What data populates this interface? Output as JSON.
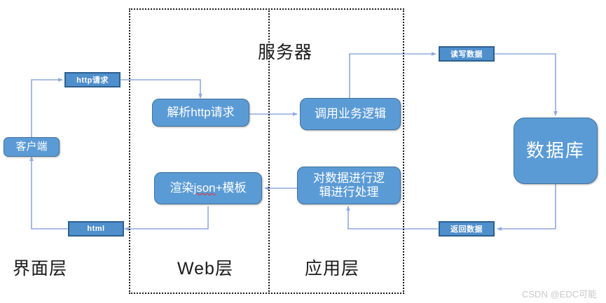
{
  "diagram": {
    "title_server": "服务器",
    "watermark": "CSDN @EDC可能",
    "colors": {
      "box_fill": "#5b9bd5",
      "box_stroke": "#41719c",
      "flat_fill": "#4f8fcc",
      "flat_stroke": "#2d5f8f",
      "arrow": "#8faadc",
      "text_dark": "#1a1a1a",
      "watermark": "#c9c9c9"
    },
    "layers": [
      {
        "label": "界面层"
      },
      {
        "label": "Web层"
      },
      {
        "label": "应用层"
      }
    ],
    "nodes": {
      "client": "客户端",
      "http_request": "http请求",
      "html": "html",
      "parse_http": "解析http请求",
      "render_json": "渲染",
      "render_json_mid": "json",
      "render_json_tail": "+模板",
      "call_business": "调用业务逻辑",
      "process_data_line1": "对数据进行逻",
      "process_data_line2": "辑进行处理",
      "read_write": "读写数据",
      "return_data": "返回数据",
      "database": "数据库"
    }
  }
}
